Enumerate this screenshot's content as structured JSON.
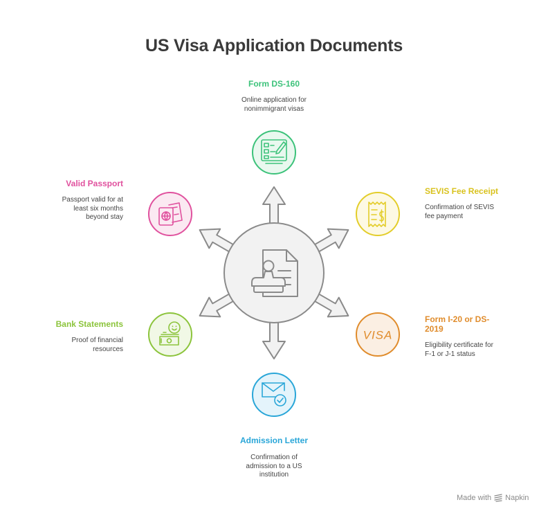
{
  "title": "US Visa Application Documents",
  "nodes": {
    "ds160": {
      "title": "Form DS-160",
      "description": [
        "Online application for",
        "nonimmigrant visas"
      ],
      "color": "#3cc27a",
      "icon": "computer-form-icon"
    },
    "sevis": {
      "title": "SEVIS Fee Receipt",
      "description": [
        "Confirmation of SEVIS",
        "fee payment"
      ],
      "color": "#e3cd2a",
      "icon": "receipt-icon"
    },
    "i20": {
      "title": [
        "Form I-20 or DS-",
        "2019"
      ],
      "description": [
        "Eligibility certificate for",
        "F-1 or J-1 status"
      ],
      "color": "#e08c2c",
      "icon": "visa-card-icon",
      "icon_text": "VISA"
    },
    "admission": {
      "title": "Admission Letter",
      "description": [
        "Confirmation of",
        "admission to a US",
        "institution"
      ],
      "color": "#29a6d8",
      "icon": "envelope-check-icon"
    },
    "bank": {
      "title": "Bank Statements",
      "description": [
        "Proof of financial",
        "resources"
      ],
      "color": "#8cc43c",
      "icon": "money-person-icon"
    },
    "passport": {
      "title": "Valid Passport",
      "description": [
        "Passport valid for at",
        "least six months",
        "beyond stay"
      ],
      "color": "#e0519e",
      "icon": "passport-icon"
    }
  },
  "center": {
    "icon": "document-stamp-icon"
  },
  "footer": {
    "text": "Made with",
    "brand": "Napkin"
  }
}
